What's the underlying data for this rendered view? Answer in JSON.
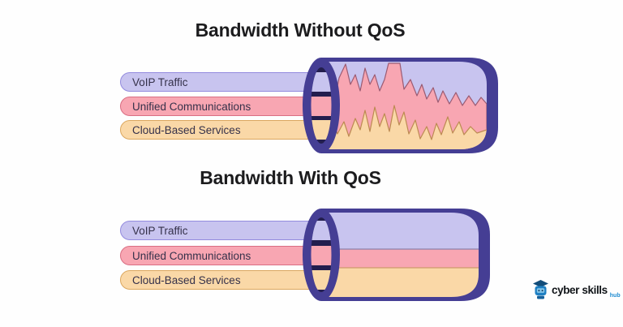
{
  "sections": [
    {
      "id": "without-qos",
      "title": "Bandwidth Without QoS",
      "traffic_pattern": "congested-jagged",
      "streams": [
        {
          "label": "VoIP Traffic",
          "color": "#c8c4ef"
        },
        {
          "label": "Unified Communications",
          "color": "#f8a6b2"
        },
        {
          "label": "Cloud-Based Services",
          "color": "#fad8a7"
        }
      ]
    },
    {
      "id": "with-qos",
      "title": "Bandwidth With QoS",
      "traffic_pattern": "allocated-bands",
      "streams": [
        {
          "label": "VoIP Traffic",
          "color": "#c8c4ef"
        },
        {
          "label": "Unified Communications",
          "color": "#f8a6b2"
        },
        {
          "label": "Cloud-Based Services",
          "color": "#fad8a7"
        }
      ]
    }
  ],
  "logo": {
    "name": "cyber skills",
    "suffix": "hub"
  },
  "colors": {
    "lavender": "#c8c4ef",
    "pink": "#f8a6b2",
    "peach": "#fad8a7",
    "pipe_casing": "#453e94",
    "pipe_interior": "#231e4e",
    "jagged_pink_stroke": "#9b5b72",
    "jagged_peach_stroke": "#bd8a52",
    "title_text": "#1c1c1e",
    "label_text": "#35314a",
    "logo_blue": "#1e8bd0"
  }
}
